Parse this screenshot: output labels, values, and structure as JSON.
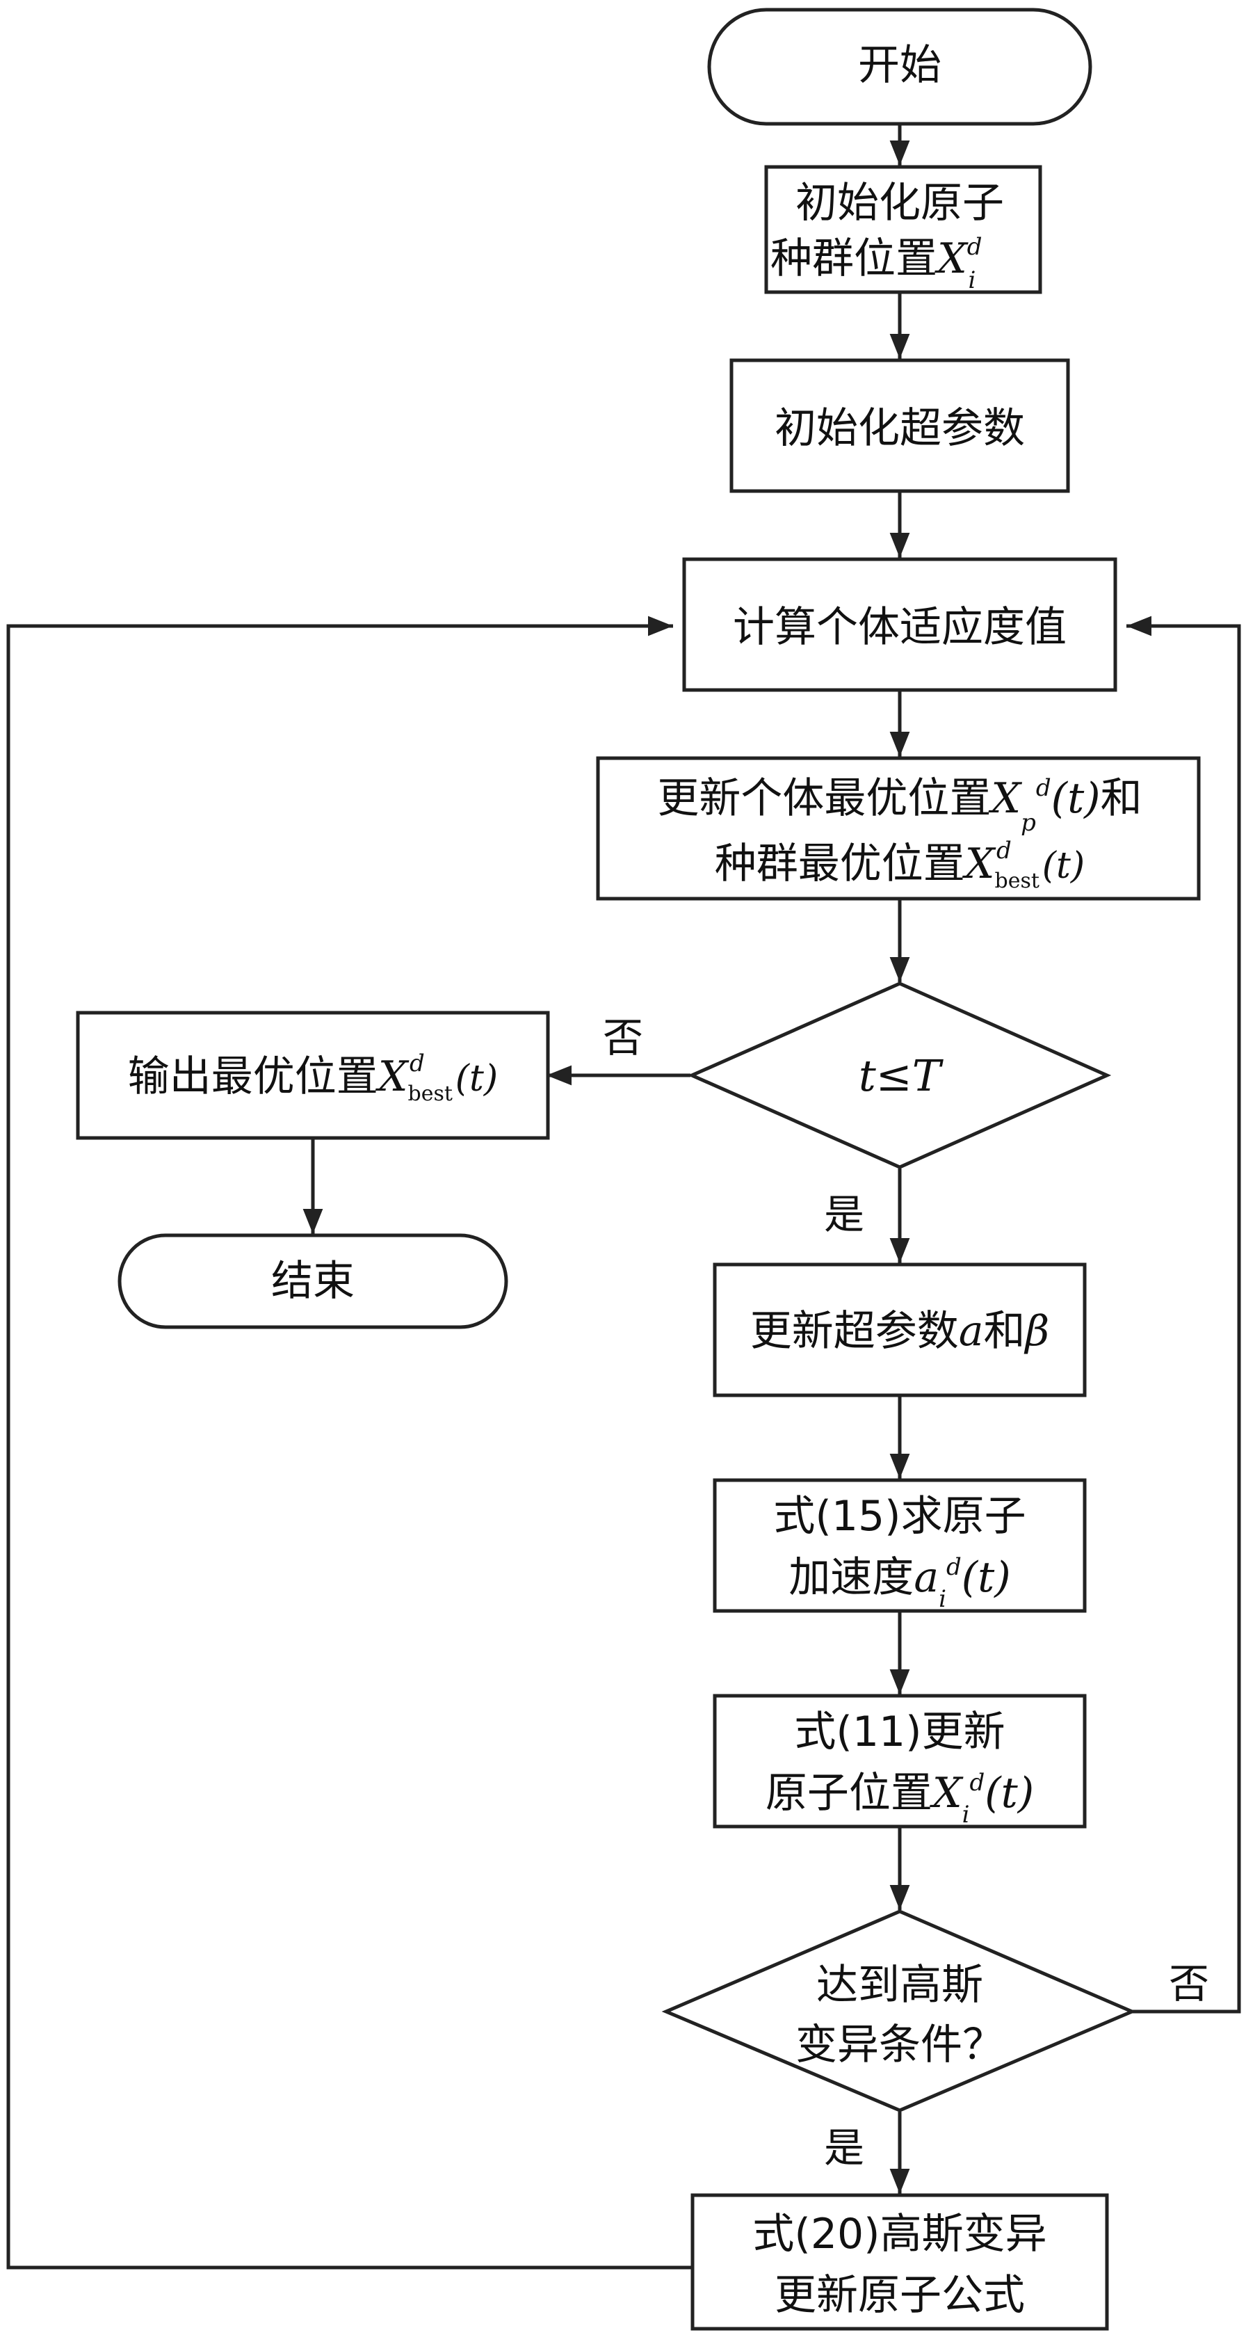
{
  "flowchart": {
    "start": "开始",
    "init_positions": {
      "line1": "初始化原子",
      "line2_text": "种群位置",
      "line2_var": "X",
      "line2_sup": "d",
      "line2_sub": "i"
    },
    "init_hyper": "初始化超参数",
    "compute_fitness": "计算个体适应度值",
    "update_best": {
      "line1_text": "更新个体最优位置",
      "line1_var": "X",
      "line1_sub": "p",
      "line1_sup": "d",
      "line1_arg": "(t)",
      "line1_tail": "和",
      "line2_text": "种群最优位置",
      "line2_var": "X",
      "line2_sub": "best",
      "line2_sup": "d",
      "line2_arg": "(t)"
    },
    "decision1": "t≤T",
    "decision1_no": "否",
    "decision1_yes": "是",
    "output_best": {
      "text": "输出最优位置",
      "var": "X",
      "sub": "best",
      "sup": "d",
      "arg": "(t)"
    },
    "end": "结束",
    "update_params": {
      "text": "更新超参数",
      "a": "a",
      "and": "和",
      "beta": "β"
    },
    "accel": {
      "line1": "式(15)求原子",
      "line2_text": "加速度",
      "var": "a",
      "sub": "i",
      "sup": "d",
      "arg": "(t)"
    },
    "update_pos": {
      "line1": "式(11)更新",
      "line2_text": "原子位置",
      "var": "X",
      "sub": "i",
      "sup": "d",
      "arg": "(t)"
    },
    "decision2": {
      "line1": "达到高斯",
      "line2": "变异条件？"
    },
    "decision2_no": "否",
    "decision2_yes": "是",
    "gauss": {
      "line1": "式(20)高斯变异",
      "line2": "更新原子公式"
    }
  }
}
